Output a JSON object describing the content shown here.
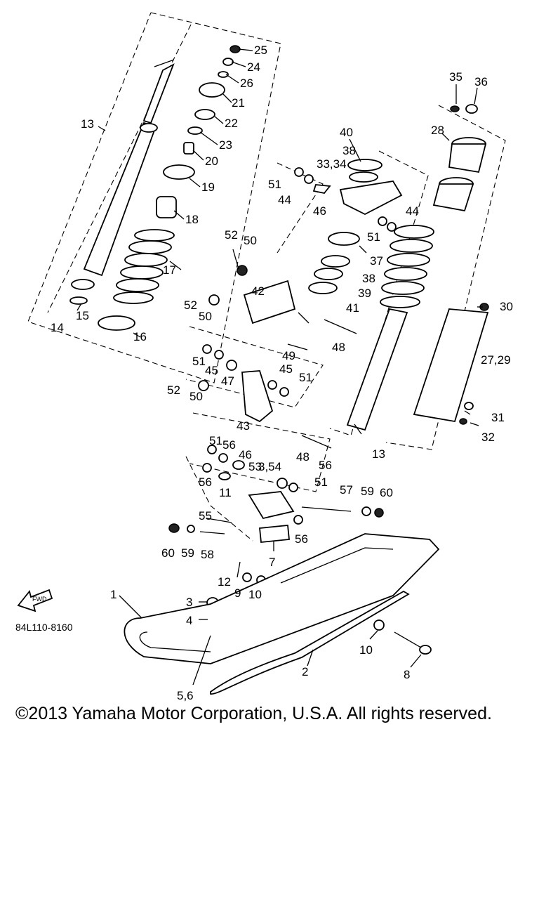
{
  "diagram_code": "84L110-8160",
  "fwd_label": "FWD",
  "copyright": "©2013 Yamaha Motor Corporation, U.S.A. All rights reserved.",
  "callouts": [
    "25",
    "24",
    "26",
    "21",
    "22",
    "23",
    "20",
    "19",
    "18",
    "17",
    "16",
    "15",
    "14",
    "13",
    "13",
    "35",
    "36",
    "28",
    "40",
    "38",
    "33,34",
    "51",
    "44",
    "46",
    "44",
    "51",
    "37",
    "38",
    "39",
    "41",
    "30",
    "27,29",
    "52",
    "50",
    "42",
    "52",
    "50",
    "48",
    "49",
    "51",
    "45",
    "47",
    "45",
    "51",
    "52",
    "50",
    "43",
    "31",
    "32",
    "51",
    "56",
    "46",
    "53",
    "3,54",
    "56",
    "51",
    "56",
    "11",
    "48",
    "57",
    "59",
    "60",
    "55",
    "60",
    "59",
    "58",
    "56",
    "7",
    "12",
    "9",
    "10",
    "1",
    "3",
    "4",
    "10",
    "8",
    "2",
    "5,6"
  ]
}
